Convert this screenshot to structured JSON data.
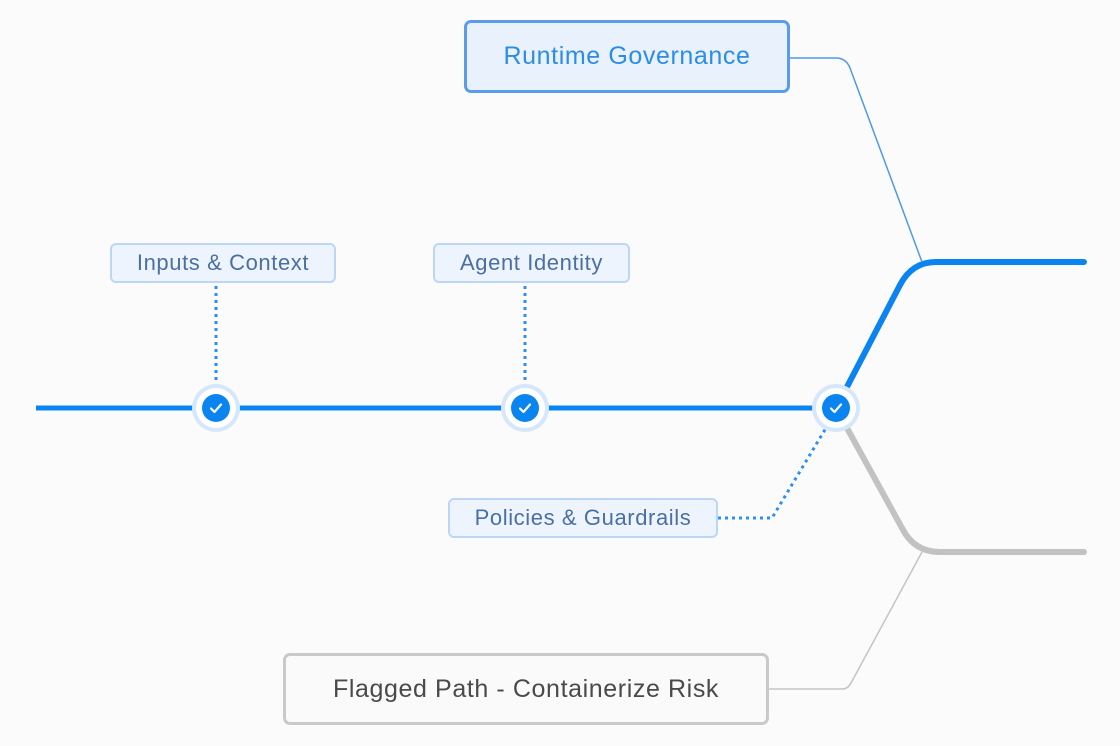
{
  "labels": {
    "runtime_governance": "Runtime Governance",
    "inputs_context": "Inputs & Context",
    "agent_identity": "Agent Identity",
    "policies_guardrails": "Policies & Guardrails",
    "flagged_path": "Flagged Path - Containerize Risk"
  },
  "checkpoints": [
    {
      "icon": "check-icon",
      "status": "passed"
    },
    {
      "icon": "check-icon",
      "status": "passed"
    },
    {
      "icon": "check-icon",
      "status": "passed"
    }
  ],
  "colors": {
    "primary_path": "#0a84f0",
    "flagged_path": "#c2c2c2",
    "callout_line": "#4d9ae9",
    "dotted_connector": "#2d8ff0",
    "label_background": "#eef4fd",
    "label_border": "#bcd6f7"
  }
}
